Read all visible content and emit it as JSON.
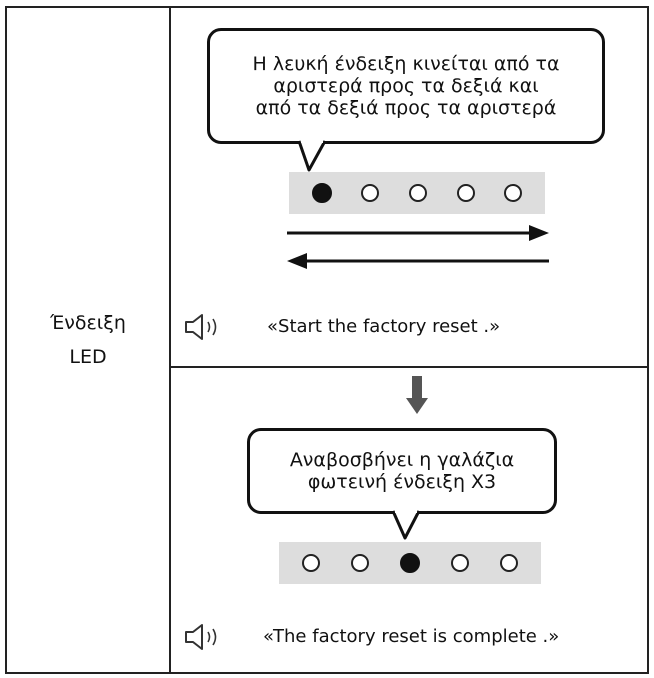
{
  "row_label": {
    "line1": "Ένδειξη",
    "line2": "LED"
  },
  "step1": {
    "bubble_lines": [
      "Η λευκή ένδειξη κινείται από τα",
      "αριστερά προς τα δεξιά και",
      "από τα δεξιά προς τα αριστερά"
    ],
    "leds": [
      1,
      0,
      0,
      0,
      0
    ],
    "voice": "«Start the factory reset .»"
  },
  "step2": {
    "bubble_lines": [
      "Αναβοσβήνει η γαλάζια",
      "φωτεινή ένδειξη X3"
    ],
    "leds": [
      0,
      0,
      1,
      0,
      0
    ],
    "voice": "«The factory reset is complete .»"
  },
  "icons": {
    "speaker": "speaker-sound-icon",
    "down_arrow": "arrow-down-icon",
    "right_arrow": "arrow-right-icon",
    "left_arrow": "arrow-left-icon"
  },
  "colors": {
    "strip": "#dddddd",
    "border": "#222222",
    "arrow": "#555555"
  }
}
